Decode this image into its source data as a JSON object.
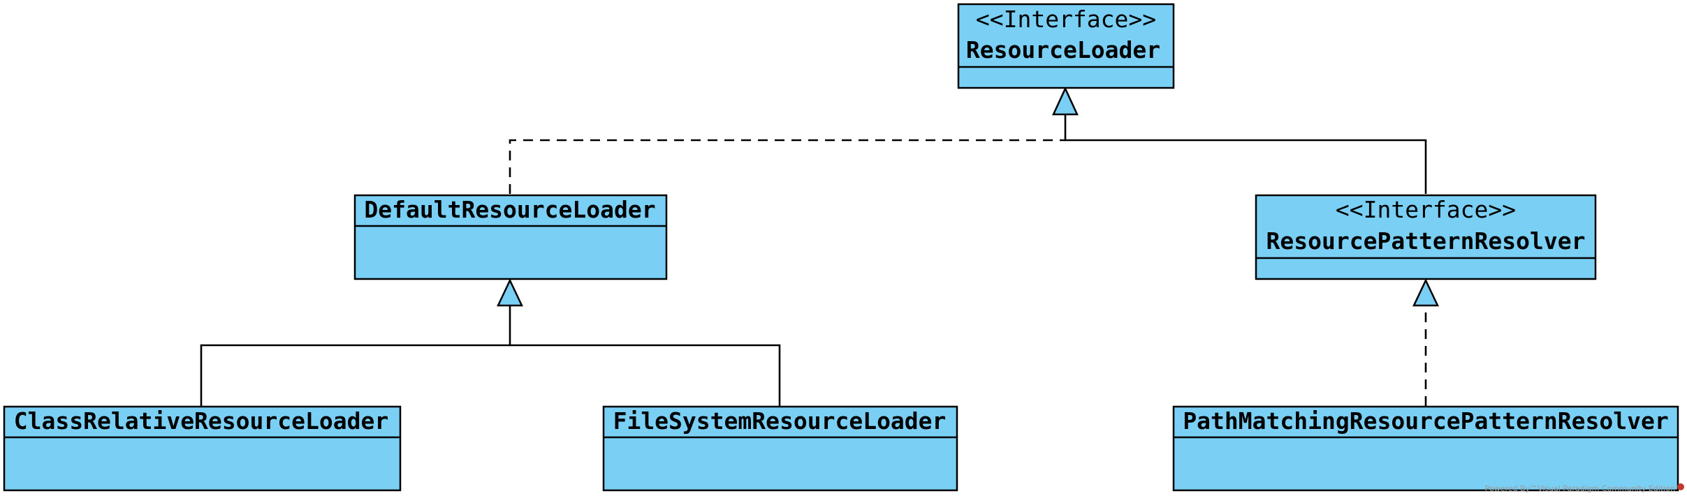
{
  "colors": {
    "class_fill": "#7acff4",
    "line": "#000000",
    "background": "#ffffff",
    "watermark_icon": "#c0392b"
  },
  "classes": {
    "resource_loader": {
      "stereotype": "<<Interface>>",
      "name": "ResourceLoader"
    },
    "default_resource_loader": {
      "name": "DefaultResourceLoader"
    },
    "resource_pattern_resolver": {
      "stereotype": "<<Interface>>",
      "name": "ResourcePatternResolver"
    },
    "class_relative_resource_loader": {
      "name": "ClassRelativeResourceLoader"
    },
    "file_system_resource_loader": {
      "name": "FileSystemResourceLoader"
    },
    "path_matching_resource_pattern_resolver": {
      "name": "PathMatchingResourcePatternResolver"
    }
  },
  "relationships": [
    {
      "from": "DefaultResourceLoader",
      "to": "ResourceLoader",
      "kind": "realization"
    },
    {
      "from": "ResourcePatternResolver",
      "to": "ResourceLoader",
      "kind": "generalization"
    },
    {
      "from": "ClassRelativeResourceLoader",
      "to": "DefaultResourceLoader",
      "kind": "generalization"
    },
    {
      "from": "FileSystemResourceLoader",
      "to": "DefaultResourceLoader",
      "kind": "generalization"
    },
    {
      "from": "PathMatchingResourcePatternResolver",
      "to": "ResourcePatternResolver",
      "kind": "realization"
    }
  ],
  "watermark": {
    "text": "Powered By™Visual Paradigm Community Edition",
    "icon": "visual-paradigm-logo-icon"
  }
}
